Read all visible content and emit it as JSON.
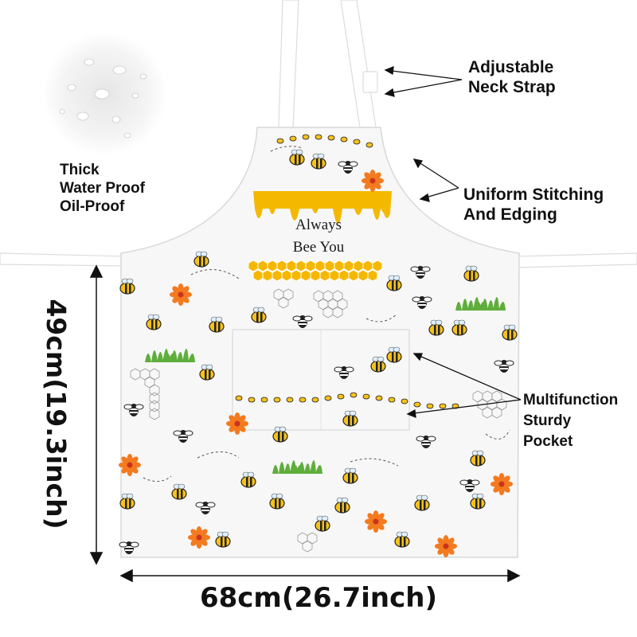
{
  "slogan": {
    "line1": "Always",
    "line2": "Bee You"
  },
  "callouts": {
    "neck_strap": [
      "Adjustable",
      "Neck Strap"
    ],
    "waterproof": [
      "Thick",
      "Water Proof",
      "Oil-Proof"
    ],
    "stitching": [
      "Uniform Stitching",
      "And Edging"
    ],
    "pocket": [
      "Multifunction",
      "Sturdy",
      "Pocket"
    ]
  },
  "dimensions": {
    "width": "68cm(26.7inch)",
    "height": "49cm(19.3inch)"
  },
  "colors": {
    "honey": "#f5b800",
    "bee_yellow": "#f7c21a",
    "flower": "#f47a1f",
    "grass": "#5fae3c",
    "apron": "#f7f7f7"
  }
}
